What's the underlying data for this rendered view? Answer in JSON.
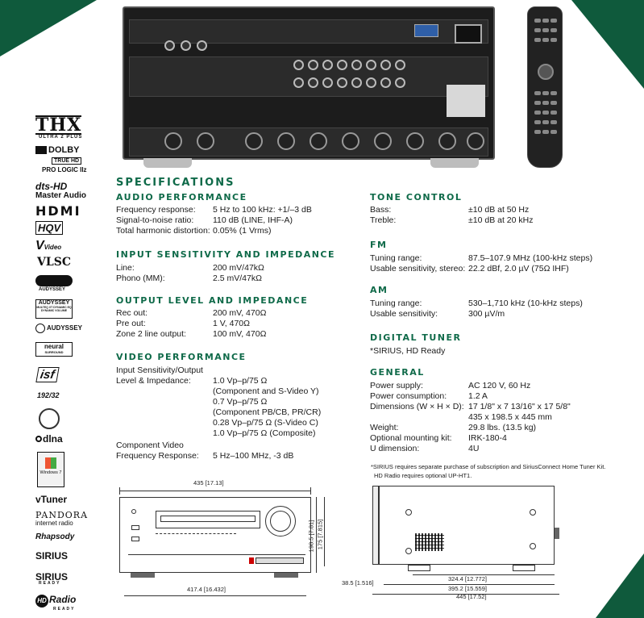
{
  "main_title": "SPECIFICATIONS",
  "audio": {
    "title": "AUDIO PERFORMANCE",
    "rows": [
      {
        "label": "Frequency response:",
        "value": "5 Hz to 100 kHz: +1/–3 dB"
      },
      {
        "label": "Signal-to-noise ratio:",
        "value": "110 dB (LINE, IHF-A)"
      },
      {
        "label": "Total harmonic distortion:",
        "value": "0.05% (1 Vrms)"
      }
    ]
  },
  "input": {
    "title": "INPUT SENSITIVITY AND IMPEDANCE",
    "rows": [
      {
        "label": "Line:",
        "value": "200 mV/47kΩ"
      },
      {
        "label": "Phono (MM):",
        "value": "2.5 mV/47kΩ"
      }
    ]
  },
  "output": {
    "title": "OUTPUT LEVEL AND IMPEDANCE",
    "rows": [
      {
        "label": "Rec out:",
        "value": "200 mV, 470Ω"
      },
      {
        "label": "Pre out:",
        "value": "1 V, 470Ω"
      },
      {
        "label": "Zone 2 line output:",
        "value": "100 mV, 470Ω"
      }
    ]
  },
  "video": {
    "title": "VIDEO PERFORMANCE",
    "lines": [
      {
        "label": "Input Sensitivity/Output",
        "value": ""
      },
      {
        "label": "Level & Impedance:",
        "value": "1.0 Vp–p/75 Ω"
      },
      {
        "label": "",
        "value": "(Component and S-Video Y)"
      },
      {
        "label": "",
        "value": "0.7 Vp–p/75 Ω"
      },
      {
        "label": "",
        "value": "(Component PB/CB, PR/CR)"
      },
      {
        "label": "",
        "value": "0.28 Vp–p/75 Ω (S-Video C)"
      },
      {
        "label": "",
        "value": "1.0 Vp–p/75 Ω (Composite)"
      },
      {
        "label": "Component Video",
        "value": ""
      },
      {
        "label": "Frequency Response:",
        "value": "5 Hz–100 MHz, -3 dB"
      }
    ]
  },
  "tone": {
    "title": "TONE CONTROL",
    "rows": [
      {
        "label": "Bass:",
        "value": "±10 dB at 50 Hz"
      },
      {
        "label": "Treble:",
        "value": "±10 dB at 20 kHz"
      }
    ]
  },
  "fm": {
    "title": "FM",
    "rows": [
      {
        "label": "Tuning range:",
        "value": "87.5–107.9 MHz (100-kHz steps)"
      },
      {
        "label": "Usable sensitivity, stereo:",
        "value": "22.2 dBf, 2.0 µV (75Ω IHF)"
      }
    ]
  },
  "am": {
    "title": "AM",
    "rows": [
      {
        "label": "Tuning range:",
        "value": "530–1,710 kHz (10-kHz steps)"
      },
      {
        "label": "Usable sensitivity:",
        "value": "300 µV/m"
      }
    ]
  },
  "digital_tuner": {
    "title": "DIGITAL TUNER",
    "text": "*SIRIUS, HD Ready"
  },
  "general": {
    "title": "GENERAL",
    "rows": [
      {
        "label": "Power supply:",
        "value": "AC 120 V, 60 Hz"
      },
      {
        "label": "Power consumption:",
        "value": "1.2 A"
      },
      {
        "label": "Dimensions (W × H × D):",
        "value": "17 1/8\" x 7 13/16\" x 17 5/8\""
      },
      {
        "label": "",
        "value": "435 x 198.5 x 445 mm"
      },
      {
        "label": "Weight:",
        "value": "29.8 lbs. (13.5 kg)"
      },
      {
        "label": "Optional mounting kit:",
        "value": "IRK-180-4"
      },
      {
        "label": "U dimension:",
        "value": "4U"
      }
    ]
  },
  "footnote": {
    "line1": "*SIRIUS requires separate purchase of subscription and SiriusConnect Home Tuner Kit.",
    "line2": "HD Radio requires optional UP-HT1."
  },
  "logos": {
    "thx": "THX",
    "thx_sub": "ULTRA 2 PLUS",
    "dolby": "DOLBY",
    "truehd": "TRUE HD",
    "prologic": "PRO LOGIC IIz",
    "dts": "dts-HD",
    "dts_sub": "Master Audio",
    "hdmi": "HDMI",
    "hqv": "HQV",
    "video": "Video",
    "vlsc": "VLSC",
    "audyssey_dsx": "AUDYSSEY",
    "audyssey_multeq": "AUDYSSEY",
    "audyssey_multeq_sub": "MULTEQ XT DYNAMIC EQ DYNAMIC VOLUME",
    "audyssey_install": "AUDYSSEY",
    "neural": "neural",
    "neural_sub": "SURROUND",
    "isf": "isf",
    "res": "192/32",
    "dlna": "dlna",
    "windows": "Windows 7",
    "vtuner": "vTuner",
    "pandora": "PANDORA",
    "pandora_sub": "internet radio",
    "rhapsody": "Rhapsody",
    "sirius_internet": "SIRIUS",
    "sirius_ready": "SIRIUS",
    "sirius_ready_sub": "READY",
    "hdradio": "Radio",
    "hdradio_sub": "READY"
  },
  "dimensions": {
    "front_width_top": "435 [17.13]",
    "front_height_a": "198.5 [7.81]",
    "front_height_b": "175 [7.815]",
    "front_width_bottom": "417.4 [16.432]",
    "side_foot": "38.5 [1.516]",
    "side_d1": "324.4 [12.772]",
    "side_d2": "395.2 [15.559]",
    "side_d3": "445 [17.52]"
  },
  "colors": {
    "accent_green": "#0f6a49",
    "corner_green": "#0f5a3c"
  }
}
